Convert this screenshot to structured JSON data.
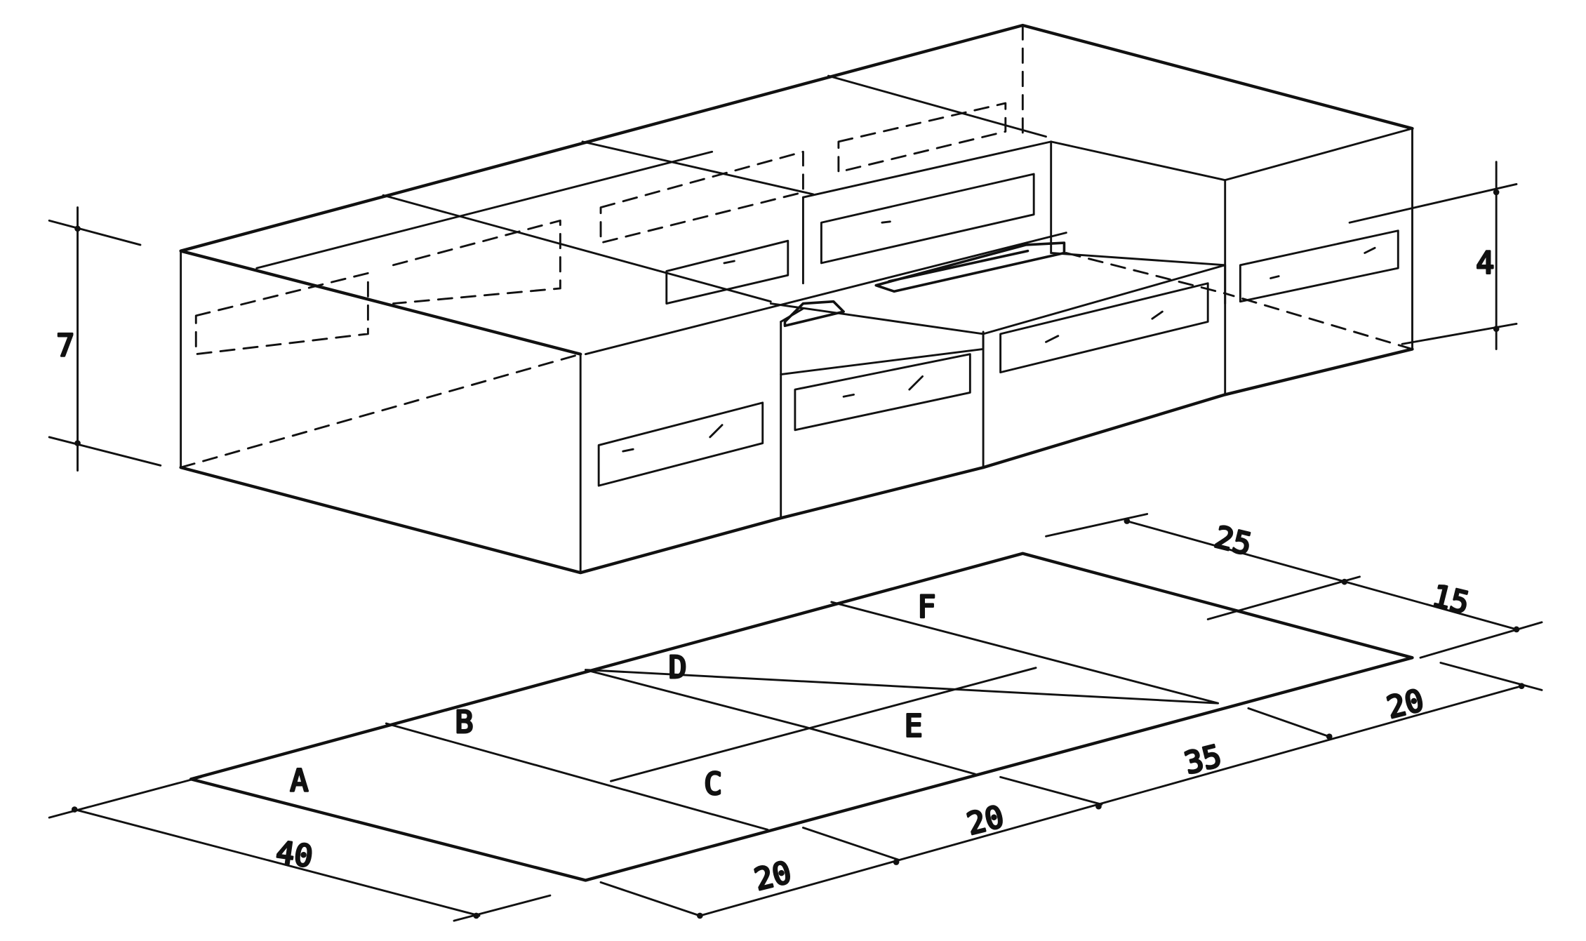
{
  "colors": {
    "ink": "#111111",
    "paper": "#ffffff"
  },
  "building": {
    "height_dims": [
      "7",
      "4"
    ]
  },
  "plan": {
    "zones": [
      "A",
      "B",
      "C",
      "D",
      "E",
      "F"
    ],
    "dims_left": [
      "40"
    ],
    "dims_front": [
      "20",
      "20",
      "35",
      "20"
    ],
    "dims_back": [
      "25",
      "15"
    ]
  }
}
